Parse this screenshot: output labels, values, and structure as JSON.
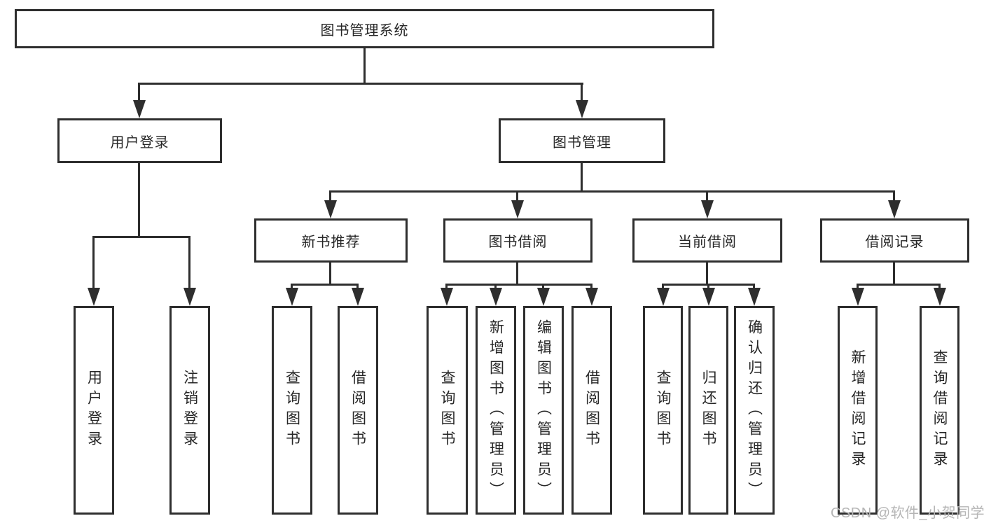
{
  "tree": {
    "label": "图书管理系统",
    "children": [
      {
        "label": "用户登录",
        "children": [
          {
            "label": "用户登录"
          },
          {
            "label": "注销登录"
          }
        ]
      },
      {
        "label": "图书管理",
        "children": [
          {
            "label": "新书推荐",
            "children": [
              {
                "label": "查询图书"
              },
              {
                "label": "借阅图书"
              }
            ]
          },
          {
            "label": "图书借阅",
            "children": [
              {
                "label": "查询图书"
              },
              {
                "label": "新增图书（管理员）"
              },
              {
                "label": "编辑图书（管理员）"
              },
              {
                "label": "借阅图书"
              }
            ]
          },
          {
            "label": "当前借阅",
            "children": [
              {
                "label": "查询图书"
              },
              {
                "label": "归还图书"
              },
              {
                "label": "确认归还（管理员）"
              }
            ]
          },
          {
            "label": "借阅记录",
            "children": [
              {
                "label": "新增借阅记录"
              },
              {
                "label": "查询借阅记录"
              }
            ]
          }
        ]
      }
    ]
  },
  "watermark": {
    "text": "CSDN @软件_小贺同学"
  },
  "colors": {
    "line": "#2e2e2e",
    "text": "#262626",
    "background": "#ffffff",
    "watermark": "#b5b5b5"
  }
}
